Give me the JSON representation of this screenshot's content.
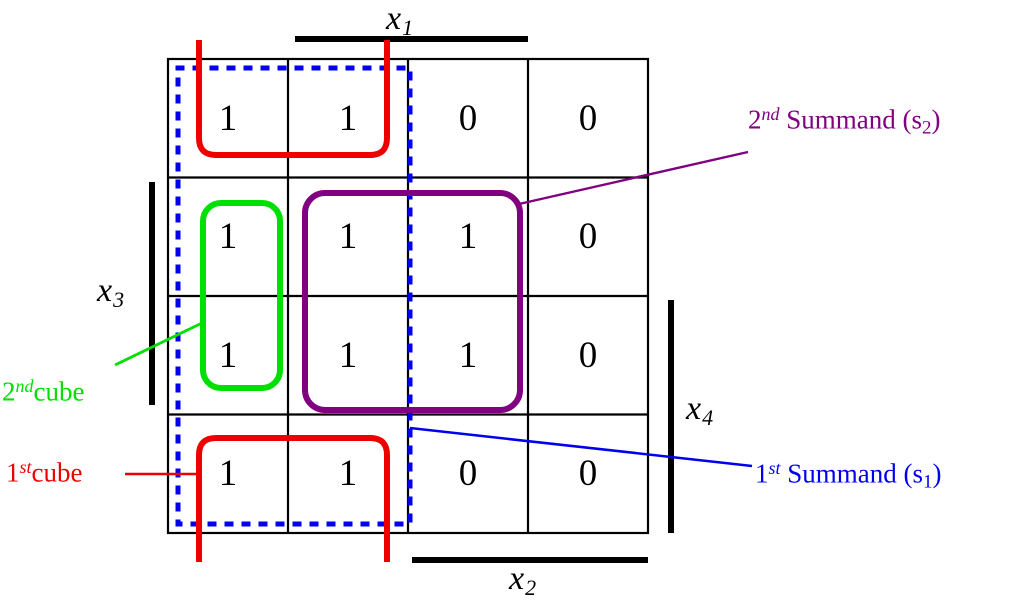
{
  "diagram": {
    "type": "karnaugh-map",
    "title_present": false,
    "grid": {
      "rows": 4,
      "cols": 4,
      "values": [
        [
          "1",
          "1",
          "0",
          "0"
        ],
        [
          "1",
          "1",
          "1",
          "0"
        ],
        [
          "1",
          "1",
          "1",
          "0"
        ],
        [
          "1",
          "1",
          "0",
          "0"
        ]
      ]
    },
    "axis_labels": {
      "x1": {
        "base": "x",
        "sub": "1"
      },
      "x2": {
        "base": "x",
        "sub": "2"
      },
      "x3": {
        "base": "x",
        "sub": "3"
      },
      "x4": {
        "base": "x",
        "sub": "4"
      }
    },
    "annotations": [
      {
        "id": "second-summand",
        "text_base": "2",
        "text_sup": "nd",
        "text_mid": " Summand (s",
        "text_sub": "2",
        "text_end": ")",
        "color": "#800080"
      },
      {
        "id": "first-summand",
        "text_base": "1",
        "text_sup": "st",
        "text_mid": " Summand (s",
        "text_sub": "1",
        "text_end": ")",
        "color": "#0000ee"
      },
      {
        "id": "second-cube",
        "text_base": "2",
        "text_sup": "nd",
        "text_mid": "cube",
        "text_sub": "",
        "text_end": "",
        "color": "#00e000"
      },
      {
        "id": "first-cube",
        "text_base": "1",
        "text_sup": "st",
        "text_mid": "cube",
        "text_sub": "",
        "text_end": "",
        "color": "#ee0000"
      }
    ],
    "colors": {
      "grid_line": "#000000",
      "red_group": "#ee0000",
      "green_group": "#00e000",
      "purple_group": "#800080",
      "blue_group": "#0000ee",
      "axis_bar": "#000000"
    },
    "groups": [
      {
        "name": "red-group-top",
        "color": "#ee0000",
        "cells": "row1 cols1-2"
      },
      {
        "name": "red-group-bottom",
        "color": "#ee0000",
        "cells": "row4 cols1-2"
      },
      {
        "name": "green-group",
        "color": "#00e000",
        "cells": "rows2-3 col1"
      },
      {
        "name": "purple-group",
        "color": "#800080",
        "cells": "rows2-3 cols2-3"
      },
      {
        "name": "blue-dotted-group",
        "color": "#0000ee",
        "cells": "rows1-4 cols1-2"
      }
    ]
  }
}
